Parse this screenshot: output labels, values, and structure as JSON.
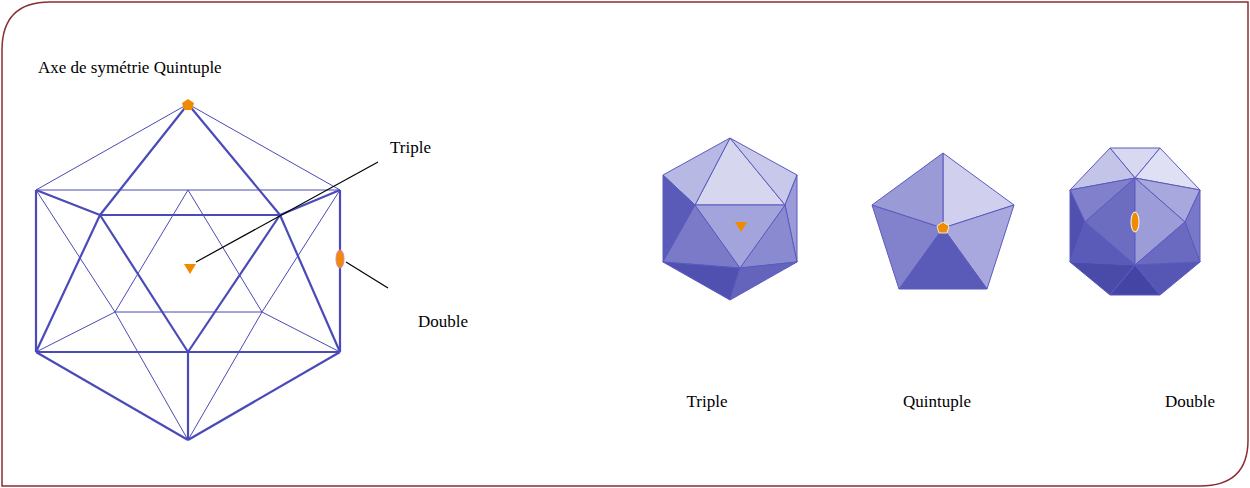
{
  "diagram": {
    "labels": [
      "Axe de symétrie Quintuple",
      "Triple",
      "Double",
      "Triple",
      "Quintuple",
      "Double"
    ]
  }
}
